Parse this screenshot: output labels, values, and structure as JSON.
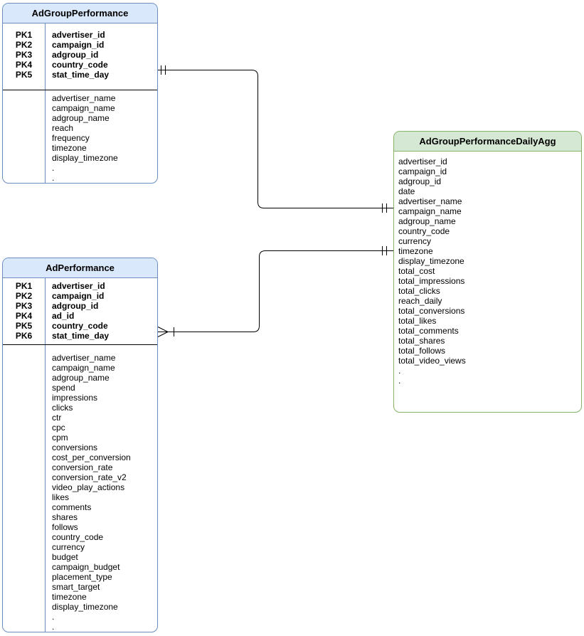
{
  "diagram": {
    "title": "Ad performance ER diagram",
    "colors": {
      "blue_header_fill": "#dae8fc",
      "blue_border": "#6c8ebf",
      "green_header_fill": "#d5e8d4",
      "green_border": "#82b366",
      "connector": "#000000",
      "text": "#000000",
      "background": "#ffffff"
    },
    "entities": [
      {
        "title": "AdGroupPerformance",
        "theme": "blue",
        "primary_keys": [
          {
            "key": "PK1",
            "field": "advertiser_id"
          },
          {
            "key": "PK2",
            "field": "campaign_id"
          },
          {
            "key": "PK3",
            "field": "adgroup_id"
          },
          {
            "key": "PK4",
            "field": "country_code"
          },
          {
            "key": "PK5",
            "field": "stat_time_day"
          }
        ],
        "attributes": [
          "advertiser_name",
          "campaign_name",
          "adgroup_name",
          "reach",
          "frequency",
          "timezone",
          "display_timezone",
          ".",
          "."
        ]
      },
      {
        "title": "AdPerformance",
        "theme": "blue",
        "primary_keys": [
          {
            "key": "PK1",
            "field": "advertiser_id"
          },
          {
            "key": "PK2",
            "field": "campaign_id"
          },
          {
            "key": "PK3",
            "field": "adgroup_id"
          },
          {
            "key": "PK4",
            "field": "ad_id"
          },
          {
            "key": "PK5",
            "field": "country_code"
          },
          {
            "key": "PK6",
            "field": "stat_time_day"
          }
        ],
        "attributes": [
          "advertiser_name",
          "campaign_name",
          "adgroup_name",
          "spend",
          "impressions",
          "clicks",
          "ctr",
          "cpc",
          "cpm",
          "conversions",
          "cost_per_conversion",
          "conversion_rate",
          "conversion_rate_v2",
          "video_play_actions",
          "likes",
          "comments",
          "shares",
          "follows",
          "country_code",
          "currency",
          "budget",
          "campaign_budget",
          "placement_type",
          "smart_target",
          "timezone",
          "display_timezone",
          ".",
          "."
        ]
      },
      {
        "title": "AdGroupPerformanceDailyAgg",
        "theme": "green",
        "primary_keys": [],
        "attributes": [
          "advertiser_id",
          "campaign_id",
          "adgroup_id",
          "date",
          "advertiser_name",
          "campaign_name",
          "adgroup_name",
          "country_code",
          "currency",
          "timezone",
          "display_timezone",
          "total_cost",
          "total_impressions",
          "total_clicks",
          "reach_daily",
          "total_conversions",
          "total_likes",
          "total_comments",
          "total_shares",
          "total_follows",
          "total_video_views",
          ".",
          "."
        ]
      }
    ],
    "relationships": [
      {
        "from": "AdGroupPerformance",
        "to": "AdGroupPerformanceDailyAgg",
        "from_cardinality": "one and only one",
        "to_cardinality": "one and only one",
        "notation": "||——||"
      },
      {
        "from": "AdPerformance",
        "to": "AdGroupPerformanceDailyAgg",
        "from_cardinality": "one or many",
        "to_cardinality": "one and only one",
        "notation": ">|——||"
      }
    ]
  }
}
